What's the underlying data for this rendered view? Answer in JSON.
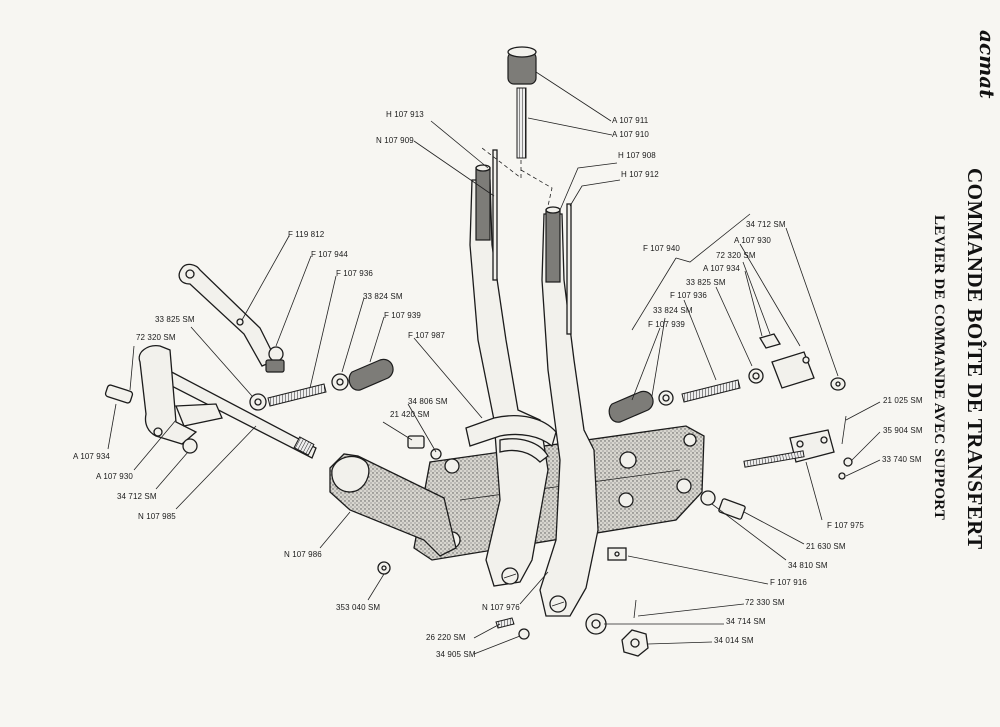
{
  "brand": "acmat",
  "title": "COMMANDE BOÎTE DE TRANSFERT",
  "subtitle": "LEVIER DE COMMANDE AVEC SUPPORT",
  "colors": {
    "ink": "#1c1c1c",
    "paper": "#f7f6f2"
  },
  "callouts": [
    {
      "id": "c01",
      "text": "A 107 911"
    },
    {
      "id": "c02",
      "text": "A 107 910"
    },
    {
      "id": "c03",
      "text": "H 107 913"
    },
    {
      "id": "c04",
      "text": "N 107 909"
    },
    {
      "id": "c05",
      "text": "H 107 908"
    },
    {
      "id": "c06",
      "text": "H 107 912"
    },
    {
      "id": "c07",
      "text": "34 712 SM"
    },
    {
      "id": "c08",
      "text": "A 107 930"
    },
    {
      "id": "c09",
      "text": "F 107 940"
    },
    {
      "id": "c10",
      "text": "72 320 SM"
    },
    {
      "id": "c11",
      "text": "A 107 934"
    },
    {
      "id": "c12",
      "text": "33 825 SM"
    },
    {
      "id": "c13",
      "text": "F 107 936"
    },
    {
      "id": "c14",
      "text": "33 824 SM"
    },
    {
      "id": "c15",
      "text": "F 107 939"
    },
    {
      "id": "c16",
      "text": "F 119 812"
    },
    {
      "id": "c17",
      "text": "F 107 944"
    },
    {
      "id": "c18",
      "text": "F 107 936"
    },
    {
      "id": "c19",
      "text": "33 824 SM"
    },
    {
      "id": "c20",
      "text": "F 107 939"
    },
    {
      "id": "c21",
      "text": "33 825 SM"
    },
    {
      "id": "c22",
      "text": "72 320 SM"
    },
    {
      "id": "c23",
      "text": "F 107 987"
    },
    {
      "id": "c24",
      "text": "34 806 SM"
    },
    {
      "id": "c25",
      "text": "21 420 SM"
    },
    {
      "id": "c26",
      "text": "A 107 934"
    },
    {
      "id": "c27",
      "text": "A 107 930"
    },
    {
      "id": "c28",
      "text": "34 712 SM"
    },
    {
      "id": "c29",
      "text": "N 107 985"
    },
    {
      "id": "c30",
      "text": "21 025 SM"
    },
    {
      "id": "c31",
      "text": "35 904 SM"
    },
    {
      "id": "c32",
      "text": "33 740 SM"
    },
    {
      "id": "c33",
      "text": "F 107 975"
    },
    {
      "id": "c34",
      "text": "21 630 SM"
    },
    {
      "id": "c35",
      "text": "34 810 SM"
    },
    {
      "id": "c36",
      "text": "F 107 916"
    },
    {
      "id": "c37",
      "text": "N 107 986"
    },
    {
      "id": "c38",
      "text": "353 040 SM"
    },
    {
      "id": "c39",
      "text": "N 107 976"
    },
    {
      "id": "c40",
      "text": "72 330 SM"
    },
    {
      "id": "c41",
      "text": "34 714 SM"
    },
    {
      "id": "c42",
      "text": "34 014 SM"
    },
    {
      "id": "c43",
      "text": "26 220 SM"
    },
    {
      "id": "c44",
      "text": "34 905 SM"
    }
  ]
}
